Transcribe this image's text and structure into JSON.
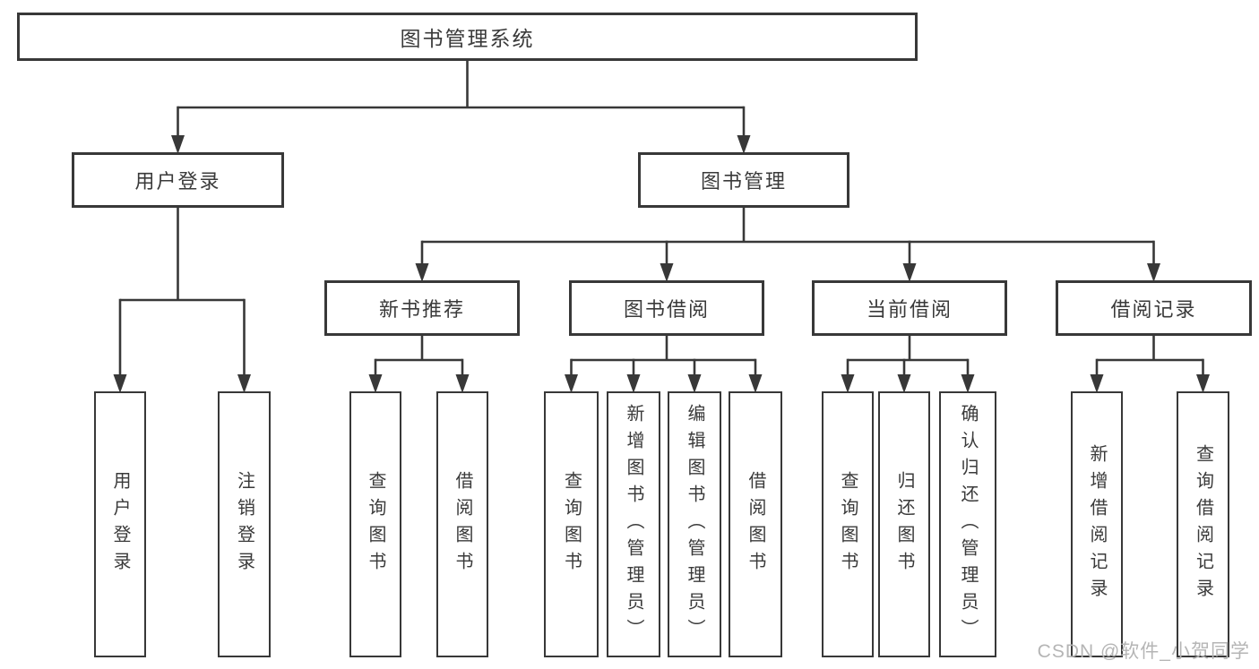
{
  "diagram": {
    "title": "图书管理系统",
    "watermark": "CSDN @软件_小贺同学",
    "colors": {
      "line": "#383838",
      "box_border": "#383838",
      "box_background": "#ffffff",
      "text": "#3a3a3a",
      "watermark_text": "#b5b5b5"
    },
    "nodes": [
      {
        "id": "root",
        "label": "图书管理系统",
        "parent": null,
        "text_direction": "horizontal"
      },
      {
        "id": "user-login",
        "label": "用户登录",
        "parent": "root",
        "text_direction": "horizontal"
      },
      {
        "id": "book-mgmt",
        "label": "图书管理",
        "parent": "root",
        "text_direction": "horizontal"
      },
      {
        "id": "leaf-user-login",
        "label": "用户登录",
        "parent": "user-login",
        "text_direction": "vertical"
      },
      {
        "id": "leaf-logout",
        "label": "注销登录",
        "parent": "user-login",
        "text_direction": "vertical"
      },
      {
        "id": "new-book-rec",
        "label": "新书推荐",
        "parent": "book-mgmt",
        "text_direction": "horizontal"
      },
      {
        "id": "book-borrow",
        "label": "图书借阅",
        "parent": "book-mgmt",
        "text_direction": "horizontal"
      },
      {
        "id": "current-borrow",
        "label": "当前借阅",
        "parent": "book-mgmt",
        "text_direction": "horizontal"
      },
      {
        "id": "borrow-records",
        "label": "借阅记录",
        "parent": "book-mgmt",
        "text_direction": "horizontal"
      },
      {
        "id": "nbr-query",
        "label": "查询图书",
        "parent": "new-book-rec",
        "text_direction": "vertical"
      },
      {
        "id": "nbr-borrow",
        "label": "借阅图书",
        "parent": "new-book-rec",
        "text_direction": "vertical"
      },
      {
        "id": "bb-query",
        "label": "查询图书",
        "parent": "book-borrow",
        "text_direction": "vertical"
      },
      {
        "id": "bb-add",
        "label": "新增图书（管理员）",
        "parent": "book-borrow",
        "text_direction": "vertical"
      },
      {
        "id": "bb-edit",
        "label": "编辑图书（管理员）",
        "parent": "book-borrow",
        "text_direction": "vertical"
      },
      {
        "id": "bb-borrow",
        "label": "借阅图书",
        "parent": "book-borrow",
        "text_direction": "vertical"
      },
      {
        "id": "cb-query",
        "label": "查询图书",
        "parent": "current-borrow",
        "text_direction": "vertical"
      },
      {
        "id": "cb-return",
        "label": "归还图书",
        "parent": "current-borrow",
        "text_direction": "vertical"
      },
      {
        "id": "cb-confirm",
        "label": "确认归还（管理员）",
        "parent": "current-borrow",
        "text_direction": "vertical"
      },
      {
        "id": "br-add",
        "label": "新增借阅记录",
        "parent": "borrow-records",
        "text_direction": "vertical"
      },
      {
        "id": "br-query",
        "label": "查询借阅记录",
        "parent": "borrow-records",
        "text_direction": "vertical"
      }
    ]
  }
}
